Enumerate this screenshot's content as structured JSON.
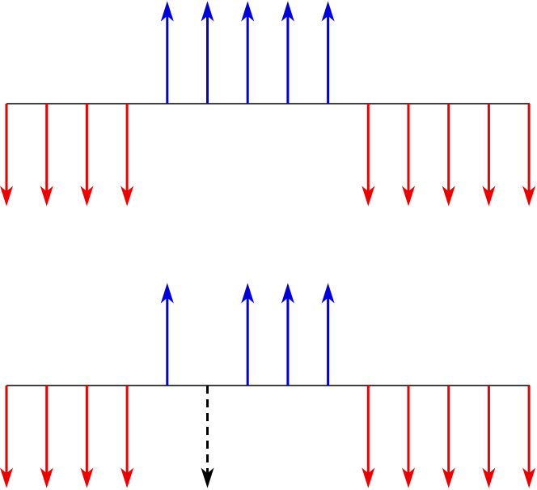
{
  "colors": {
    "axis": "#000000",
    "upward_arrow": "#0000dd",
    "downward_arrow": "#ee0000",
    "dashed_arrow": "#000000"
  },
  "icons": {
    "up": "arrow-up-icon",
    "down": "arrow-down-icon",
    "dashed_down": "dashed-arrow-down-icon"
  },
  "rows": [
    {
      "name": "row-top",
      "arrows": [
        "down",
        "down",
        "down",
        "down",
        "up",
        "up",
        "up",
        "up",
        "up",
        "down",
        "down",
        "down",
        "down",
        "down"
      ]
    },
    {
      "name": "row-bottom",
      "arrows": [
        "down",
        "down",
        "down",
        "down",
        "up",
        "dashed_down",
        "up",
        "up",
        "up",
        "down",
        "down",
        "down",
        "down",
        "down"
      ]
    }
  ]
}
